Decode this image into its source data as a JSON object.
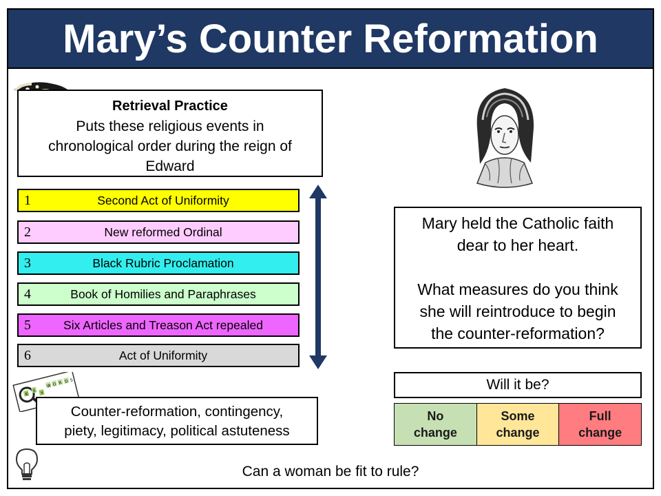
{
  "title": "Mary’s Counter Reformation",
  "retrieval": {
    "heading": "Retrieval Practice",
    "lines": [
      "Puts these religious events in",
      "chronological order during the reign of",
      "Edward"
    ]
  },
  "events": [
    {
      "num": "1",
      "label": "Second Act of Uniformity",
      "color": "#ffff00"
    },
    {
      "num": "2",
      "label": "New reformed Ordinal",
      "color": "#ffccff"
    },
    {
      "num": "3",
      "label": "Black Rubric Proclamation",
      "color": "#33eeee"
    },
    {
      "num": "4",
      "label": "Book of Homilies and Paraphrases",
      "color": "#ccffcc"
    },
    {
      "num": "5",
      "label": "Six Articles and Treason Act repealed",
      "color": "#ee66ff"
    },
    {
      "num": "6",
      "label": "Act of Uniformity",
      "color": "#d9d9d9"
    }
  ],
  "keywords": {
    "logo_text": [
      "K",
      "E",
      "Y",
      "W",
      "O",
      "R",
      "D",
      "S"
    ],
    "lines": [
      "Counter-reformation, contingency,",
      "piety, legitimacy, political astuteness"
    ]
  },
  "question": {
    "line1": "Mary held the Catholic faith",
    "line2": "dear to her heart.",
    "line3": "What measures do you think",
    "line4": "she will reintroduce to begin",
    "line5": "the counter-reformation?"
  },
  "will_it_be": "Will it be?",
  "change_options": [
    {
      "line1": "No",
      "line2": "change",
      "color": "#c6e0b4"
    },
    {
      "line1": "Some",
      "line2": "change",
      "color": "#ffe699"
    },
    {
      "line1": "Full",
      "line2": "change",
      "color": "#ff7c80"
    }
  ],
  "bottom_question": "Can a woman be fit to rule?",
  "colors": {
    "title_bar": "#1f3864",
    "arrow": "#1f3864"
  }
}
